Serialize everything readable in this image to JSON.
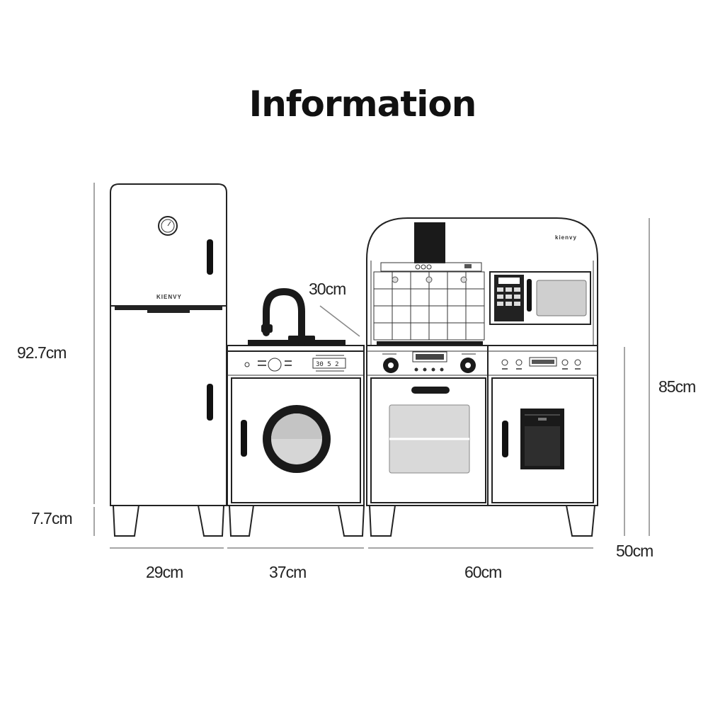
{
  "title": "Information",
  "brand_fridge": "KIENVY",
  "brand_kitchen": "kienvy",
  "dimensions": {
    "total_height": "92.7cm",
    "leg_height": "7.7cm",
    "sink_depth": "30cm",
    "kitchen_height": "85cm",
    "counter_height": "50cm",
    "fridge_width": "29cm",
    "washer_width": "37cm",
    "stove_width": "60cm"
  },
  "washer_display": "30 5 2"
}
